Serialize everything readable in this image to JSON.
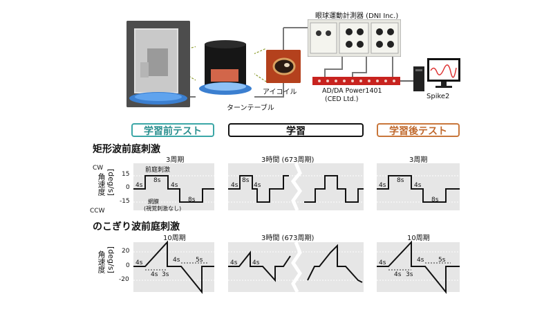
{
  "apparatus": {
    "eye_movement_meter": "眼球運動計測器 (DNI Inc.)",
    "eye_coil": "アイコイル",
    "turntable": "ターンテーブル",
    "adda_line1": "AD/DA Power1401",
    "adda_line2": "(CED Ltd.)",
    "software": "Spike2"
  },
  "phases": {
    "pre": "学習前テスト",
    "learn": "学習",
    "post": "学習後テスト",
    "colors": {
      "pre": "#3aa6a6",
      "learn": "#111111",
      "post": "#c8763a"
    }
  },
  "square": {
    "title": "矩形波前庭刺激",
    "caption_pre": "3周期",
    "caption_learn": "3時間 (673周期)",
    "caption_post": "3周期",
    "axis_top": "CW",
    "axis_bottom": "CCW",
    "y_axis_label": "角速度",
    "y_axis_unit": "[deg/s]",
    "tick_pos": "15",
    "tick_zero": "0",
    "tick_neg": "-15",
    "ann_stim": "前庭刺激",
    "ann_rest_line1": "網膜",
    "ann_rest_line2": "(視覚刺激なし)",
    "dur_4s": "4s",
    "dur_8s": "8s"
  },
  "saw": {
    "title": "のこぎり波前庭刺激",
    "caption_pre": "10周期",
    "caption_learn": "3時間 (673周期)",
    "caption_post": "10周期",
    "y_axis_label": "角速度",
    "y_axis_unit": "[deg/s]",
    "tick_pos": "20",
    "tick_zero": "0",
    "tick_neg": "-20",
    "dur_4s": "4s",
    "dur_3s": "3s",
    "dur_5s": "5s"
  }
}
